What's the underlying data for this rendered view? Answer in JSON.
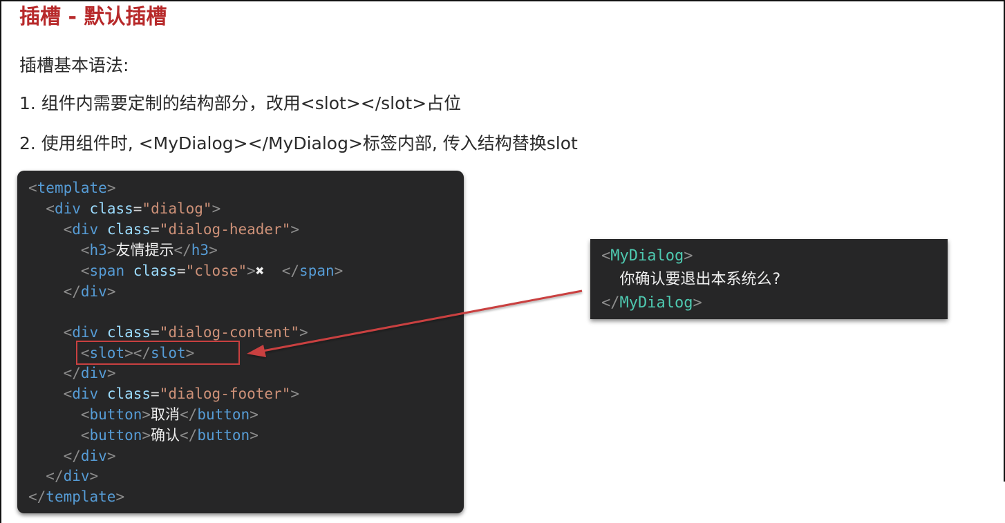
{
  "title": "插槽 - 默认插槽",
  "intro": "插槽基本语法:",
  "steps": [
    "1. 组件内需要定制的结构部分，改用<slot></slot>占位",
    "2. 使用组件时, <MyDialog></MyDialog>标签内部, 传入结构替换slot"
  ],
  "code": {
    "template": "template",
    "div": "div",
    "class": "class",
    "eq": "=",
    "q_dialog": "\"dialog\"",
    "q_dialog_header": "\"dialog-header\"",
    "h3": "h3",
    "h3_text": "友情提示",
    "span": "span",
    "q_close": "\"close\"",
    "close_glyph": "✖",
    "q_dialog_content": "\"dialog-content\"",
    "slot": "slot",
    "q_dialog_footer": "\"dialog-footer\"",
    "button": "button",
    "btn_cancel": "取消",
    "btn_confirm": "确认"
  },
  "usage": {
    "component": "MyDialog",
    "content": "你确认要退出本系统么?"
  },
  "colors": {
    "title": "#b7292a",
    "code_bg": "#262627",
    "tag": "#569cd6",
    "attr": "#9cdcfe",
    "string": "#ce9178",
    "component_tag": "#4ec9b0",
    "highlight": "#c94040"
  }
}
